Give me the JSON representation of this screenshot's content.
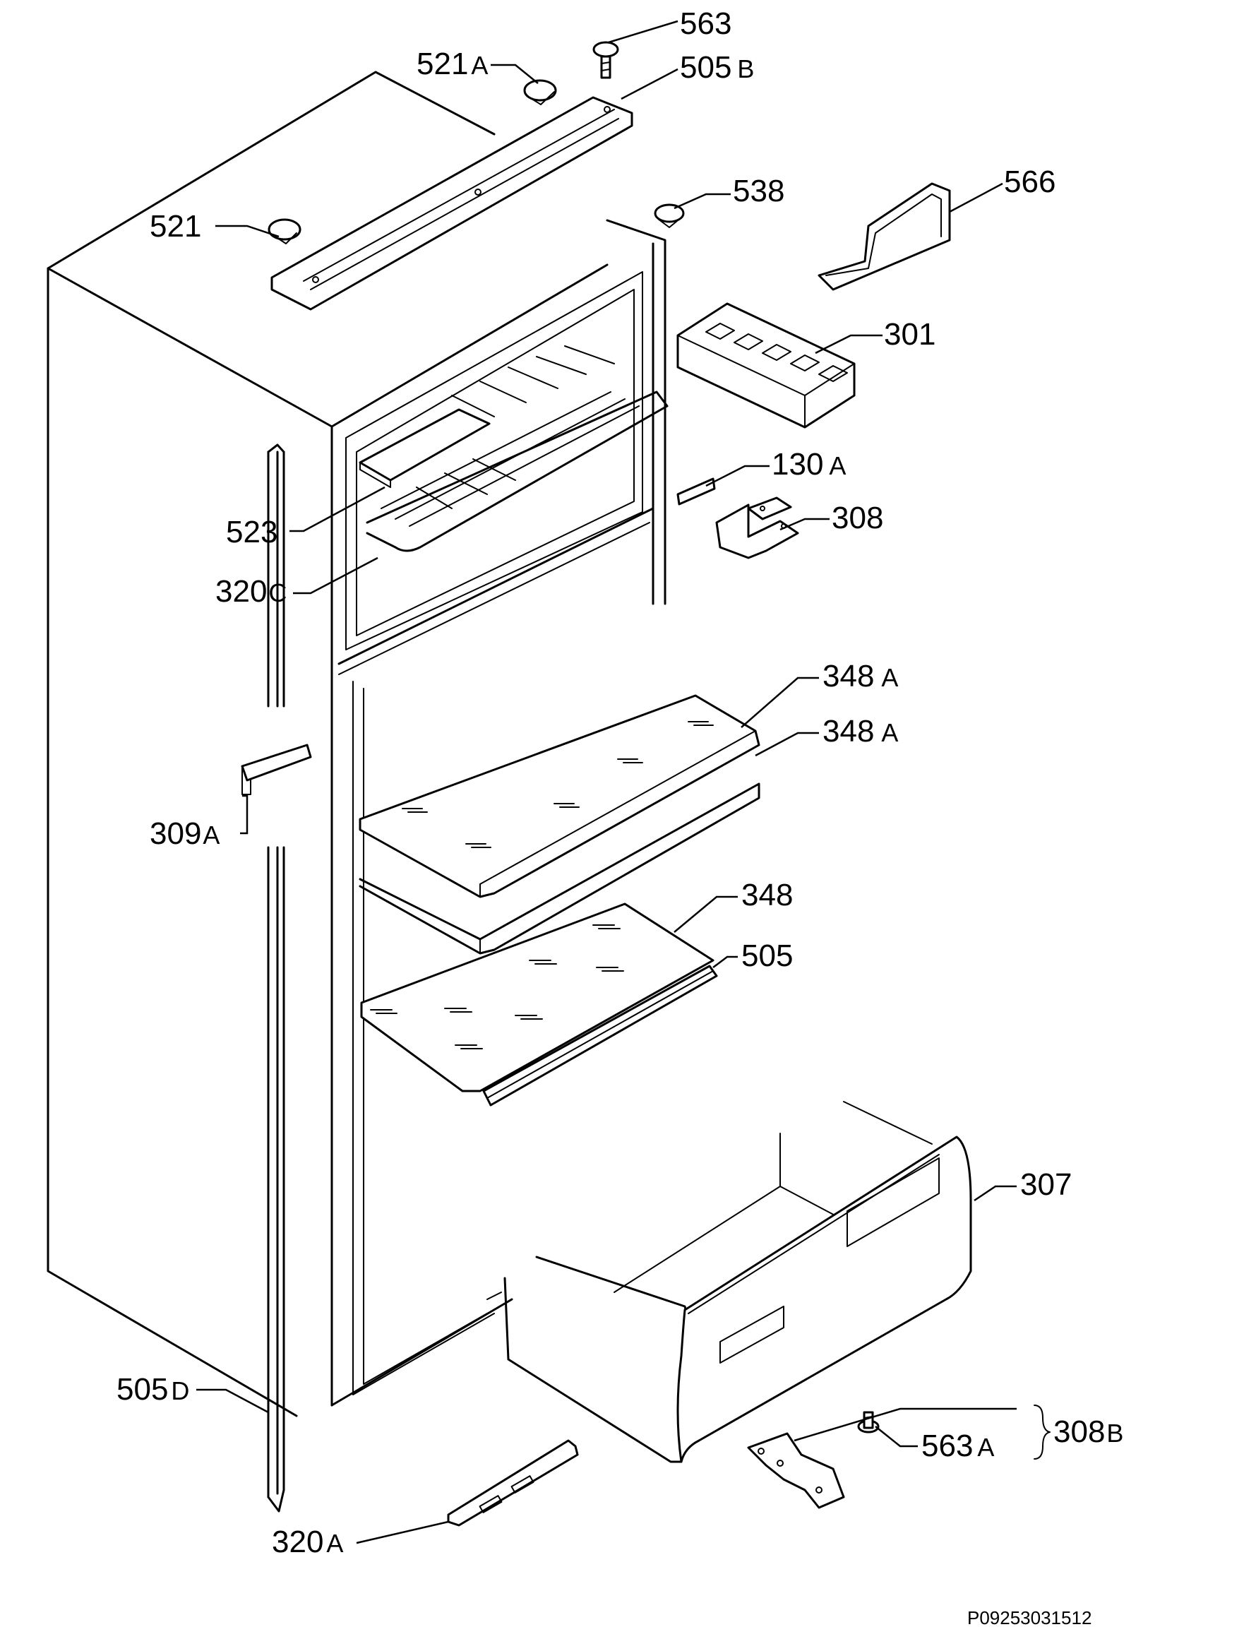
{
  "diagram": {
    "footer_code": "P09253031512",
    "labels": [
      {
        "id": "l563",
        "num": "563",
        "suffix": ""
      },
      {
        "id": "l521a",
        "num": "521",
        "suffix": "A"
      },
      {
        "id": "l505b",
        "num": "505",
        "suffix": "B"
      },
      {
        "id": "l566",
        "num": "566",
        "suffix": ""
      },
      {
        "id": "l538",
        "num": "538",
        "suffix": ""
      },
      {
        "id": "l521",
        "num": "521",
        "suffix": ""
      },
      {
        "id": "l301",
        "num": "301",
        "suffix": ""
      },
      {
        "id": "l130a",
        "num": "130",
        "suffix": "A"
      },
      {
        "id": "l308",
        "num": "308",
        "suffix": ""
      },
      {
        "id": "l523",
        "num": "523",
        "suffix": ""
      },
      {
        "id": "l320c",
        "num": "320",
        "suffix": "C"
      },
      {
        "id": "l348a1",
        "num": "348",
        "suffix": "A"
      },
      {
        "id": "l348a2",
        "num": "348",
        "suffix": "A"
      },
      {
        "id": "l309a",
        "num": "309",
        "suffix": "A"
      },
      {
        "id": "l348",
        "num": "348",
        "suffix": ""
      },
      {
        "id": "l505",
        "num": "505",
        "suffix": ""
      },
      {
        "id": "l307",
        "num": "307",
        "suffix": ""
      },
      {
        "id": "l505d",
        "num": "505",
        "suffix": "D"
      },
      {
        "id": "l563a",
        "num": "563",
        "suffix": "A"
      },
      {
        "id": "l308b",
        "num": "308",
        "suffix": "B"
      },
      {
        "id": "l320a",
        "num": "320",
        "suffix": "A"
      }
    ]
  }
}
